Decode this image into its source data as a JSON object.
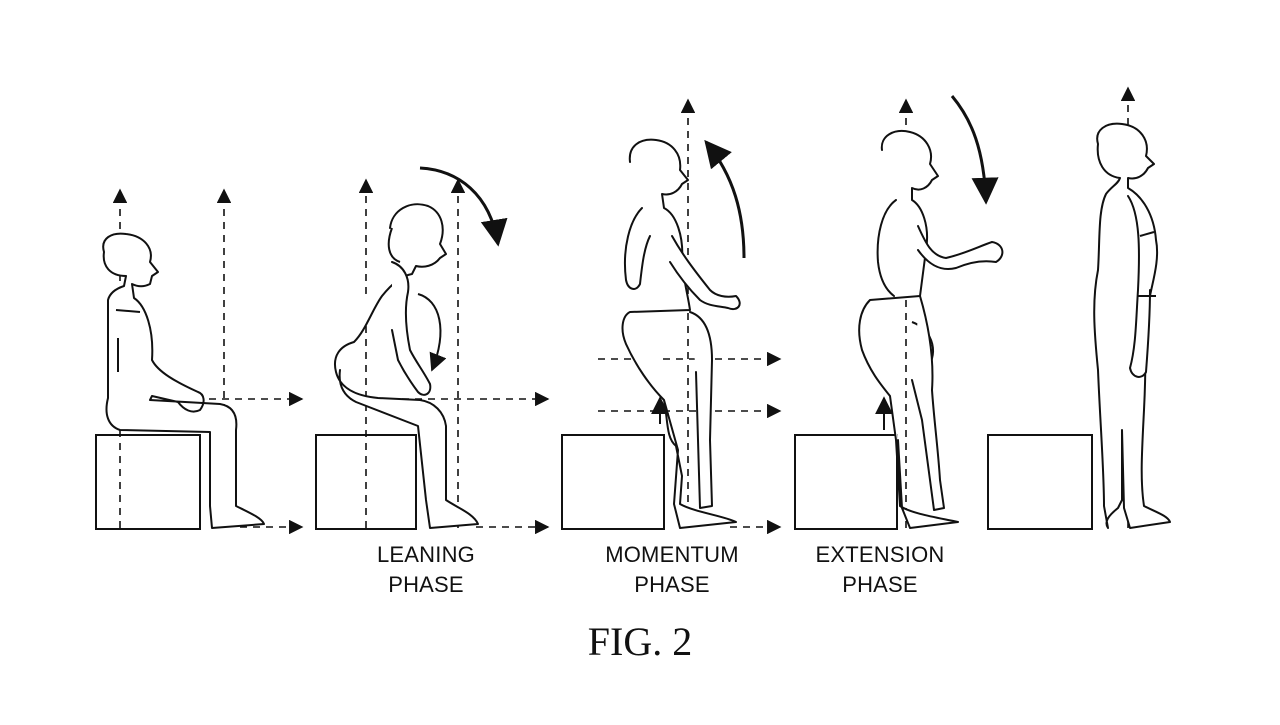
{
  "figure": {
    "caption": "FIG. 2",
    "phases": [
      {
        "id": "seated",
        "label_line1": "",
        "label_line2": ""
      },
      {
        "id": "leaning",
        "label_line1": "LEANING",
        "label_line2": "PHASE"
      },
      {
        "id": "momentum",
        "label_line1": "MOMENTUM",
        "label_line2": "PHASE"
      },
      {
        "id": "extension",
        "label_line1": "EXTENSION",
        "label_line2": "PHASE"
      },
      {
        "id": "standing",
        "label_line1": "",
        "label_line2": ""
      }
    ]
  }
}
